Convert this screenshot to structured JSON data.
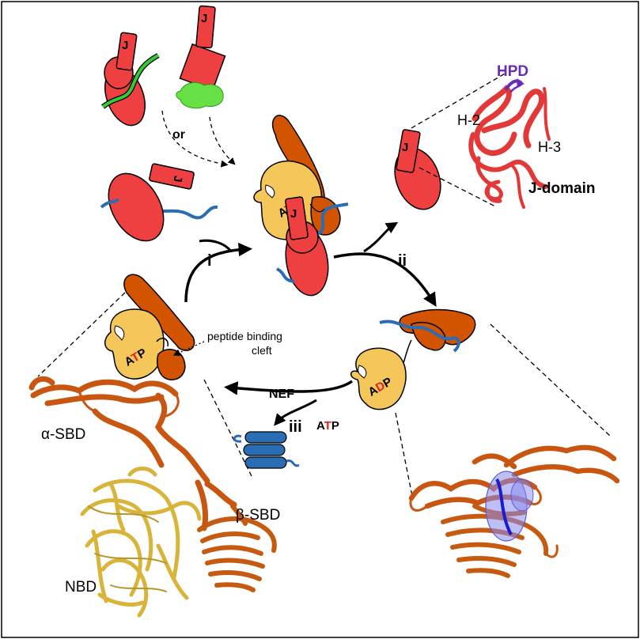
{
  "labels": {
    "or": "or",
    "step_i": "i",
    "step_ii": "ii",
    "step_iii": "iii",
    "nef": "NEF",
    "peptide_cleft_line1": "peptide binding",
    "peptide_cleft_line2": "cleft",
    "hpd": "HPD",
    "h2": "H-2",
    "h3": "H-3",
    "j_domain": "J-domain",
    "alpha_sbd": "α-SBD",
    "beta_sbd": "β-SBD",
    "nbd": "NBD",
    "j": "J"
  },
  "nucleotides": {
    "atp": {
      "a": "A",
      "t": "T",
      "p": "P"
    },
    "adp": {
      "a": "A",
      "d": "D",
      "p": "P"
    }
  },
  "colors": {
    "j_protein_red": "#ee4040",
    "hsp70_orange": "#d35400",
    "nbd_yellow": "#f5c65a",
    "nbd_ribbon": "#d8b43a",
    "substrate_blue": "#2a6db5",
    "substrate_green": "#33cc33",
    "hpd_purple": "#6a2bb5",
    "nucleotide_red": "#e02020"
  }
}
